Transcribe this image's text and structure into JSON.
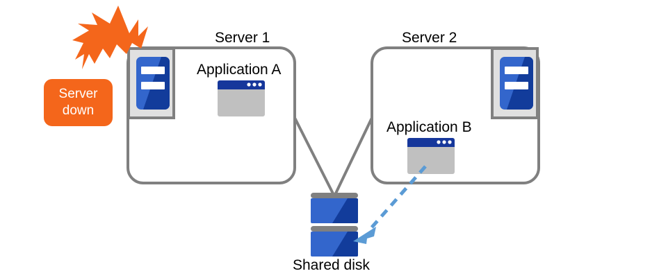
{
  "diagram": {
    "title_hidden": "",
    "background_color": "#ffffff",
    "colors": {
      "box_stroke": "#808080",
      "connector": "#808080",
      "alert_orange": "#F4661B",
      "badge_orange": "#F4661B",
      "icon_blue_light": "#3366CC",
      "icon_blue_dark": "#123C9B",
      "app_titlebar": "#16379B",
      "app_body": "#C0C0C0",
      "icon_frame_stroke": "#808080",
      "icon_frame_fill": "#E0E0E0",
      "disk_bar": "#808080",
      "arrow_blue": "#5B9BD5",
      "text_black": "#000000",
      "text_white": "#FFFFFF"
    }
  },
  "servers": [
    {
      "id": "server-1",
      "title": "Server 1",
      "application_label": "Application A",
      "status": "down",
      "icon_name": "server-rack-icon",
      "app_window_name": "application-window-a"
    },
    {
      "id": "server-2",
      "title": "Server 2",
      "application_label": "Application B",
      "status": "active",
      "icon_name": "server-rack-icon",
      "app_window_name": "application-window-b"
    }
  ],
  "alert": {
    "badge_line_1": "Server",
    "badge_line_2": "down",
    "burst_icon_name": "lightning-burst-icon"
  },
  "storage": {
    "label": "Shared disk",
    "icon_name": "disk-stack-icon",
    "units": 2
  },
  "connections": [
    {
      "name": "server1-to-disk",
      "from": "server-1",
      "to": "shared-disk",
      "style": "solid"
    },
    {
      "name": "server2-to-disk",
      "from": "server-2",
      "to": "shared-disk",
      "style": "solid"
    },
    {
      "name": "application-b-to-disk",
      "from": "application-b",
      "to": "shared-disk",
      "style": "dashed-arrow"
    }
  ]
}
